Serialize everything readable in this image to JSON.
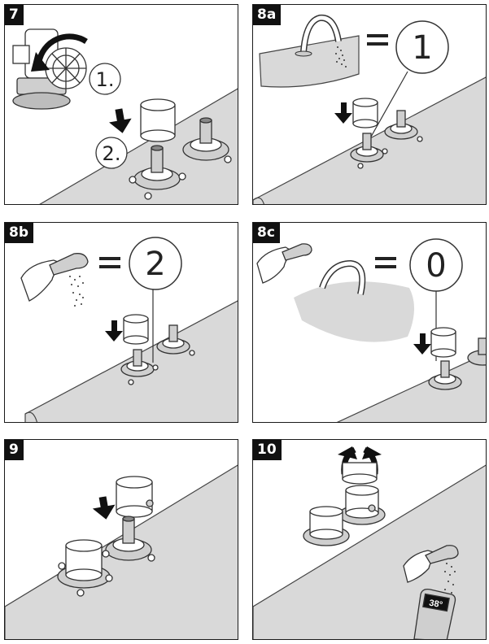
{
  "panels": [
    {
      "step": "7",
      "labels": [
        "1.",
        "2."
      ]
    },
    {
      "step": "8a",
      "number": "1"
    },
    {
      "step": "8b",
      "number": "2"
    },
    {
      "step": "8c",
      "number": "0"
    },
    {
      "step": "9"
    },
    {
      "step": "10"
    }
  ],
  "thermometer_reading": "38°"
}
